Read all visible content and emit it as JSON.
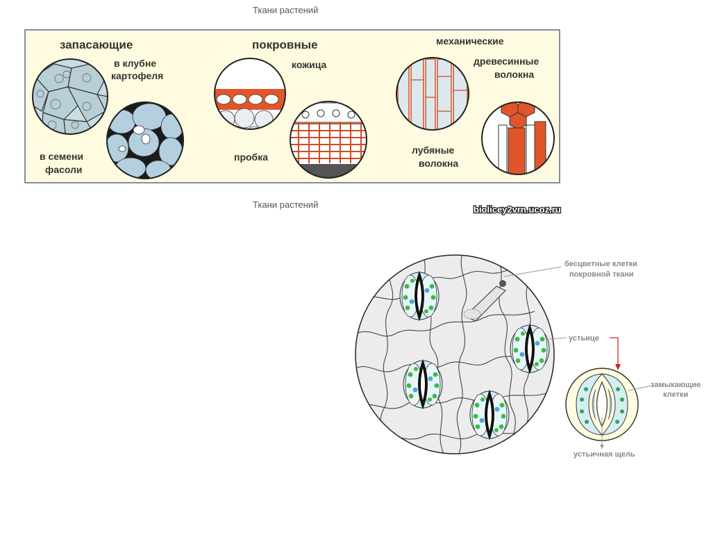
{
  "slide": {
    "caption_top": "Ткани растений",
    "caption_mid": "Ткани растений"
  },
  "tissues_figure": {
    "storage": {
      "title": "запасающие",
      "tuber_1": "в клубне",
      "tuber_2": "картофеля",
      "seed_1": "в семени",
      "seed_2": "фасоли"
    },
    "covering": {
      "title": "покровные",
      "skin": "кожица",
      "cork": "пробка"
    },
    "mechanical": {
      "title": "механические",
      "wood_1": "древесинные",
      "wood_2": "волокна",
      "bast_1": "лубяные",
      "bast_2": "волокна"
    }
  },
  "stomata_figure": {
    "watermark": "biolicey2vrn.ucoz.ru",
    "label_cells_1": "бесцветные клетки",
    "label_cells_2": "покровной ткани",
    "label_stoma": "устьице",
    "label_guard_1": "замыкающие",
    "label_guard_2": "клетки",
    "label_slit": "устьичная щель"
  }
}
